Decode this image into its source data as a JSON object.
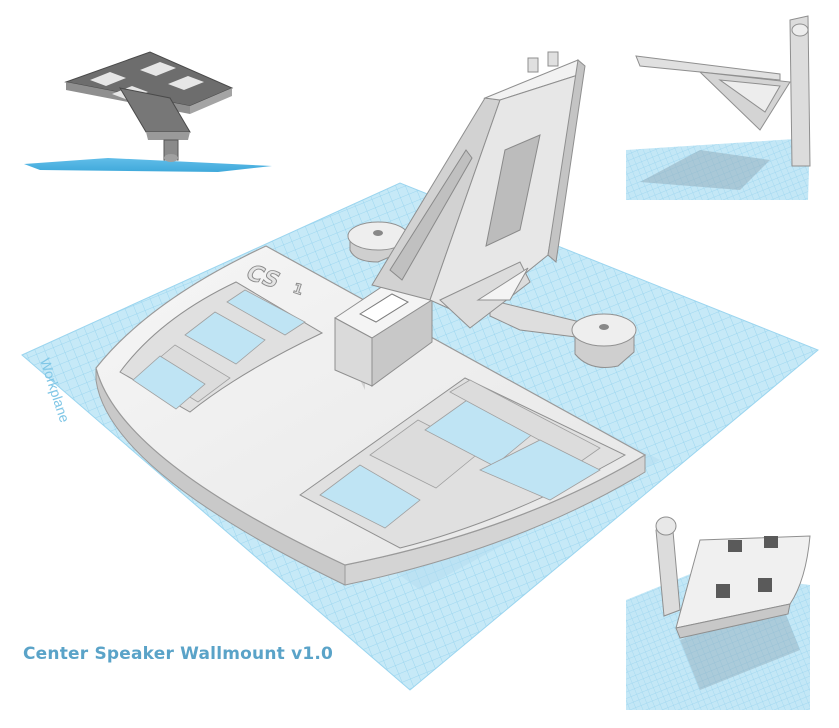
{
  "caption": "Center Speaker Wallmount v1.0",
  "workplane_label": "Workplane",
  "part_mark": {
    "letters": "CS",
    "number": "1"
  },
  "views": [
    {
      "name": "main-isometric-view"
    },
    {
      "name": "underside-view"
    },
    {
      "name": "side-view"
    },
    {
      "name": "top-angled-view"
    }
  ],
  "colors": {
    "grid_fill": "#bfe6f6",
    "grid_line": "#8fd0ec",
    "model_light": "#f2f2f2",
    "model_mid": "#d9d9d9",
    "model_dark": "#b8b8b8",
    "caption": "#5aa3c8"
  }
}
